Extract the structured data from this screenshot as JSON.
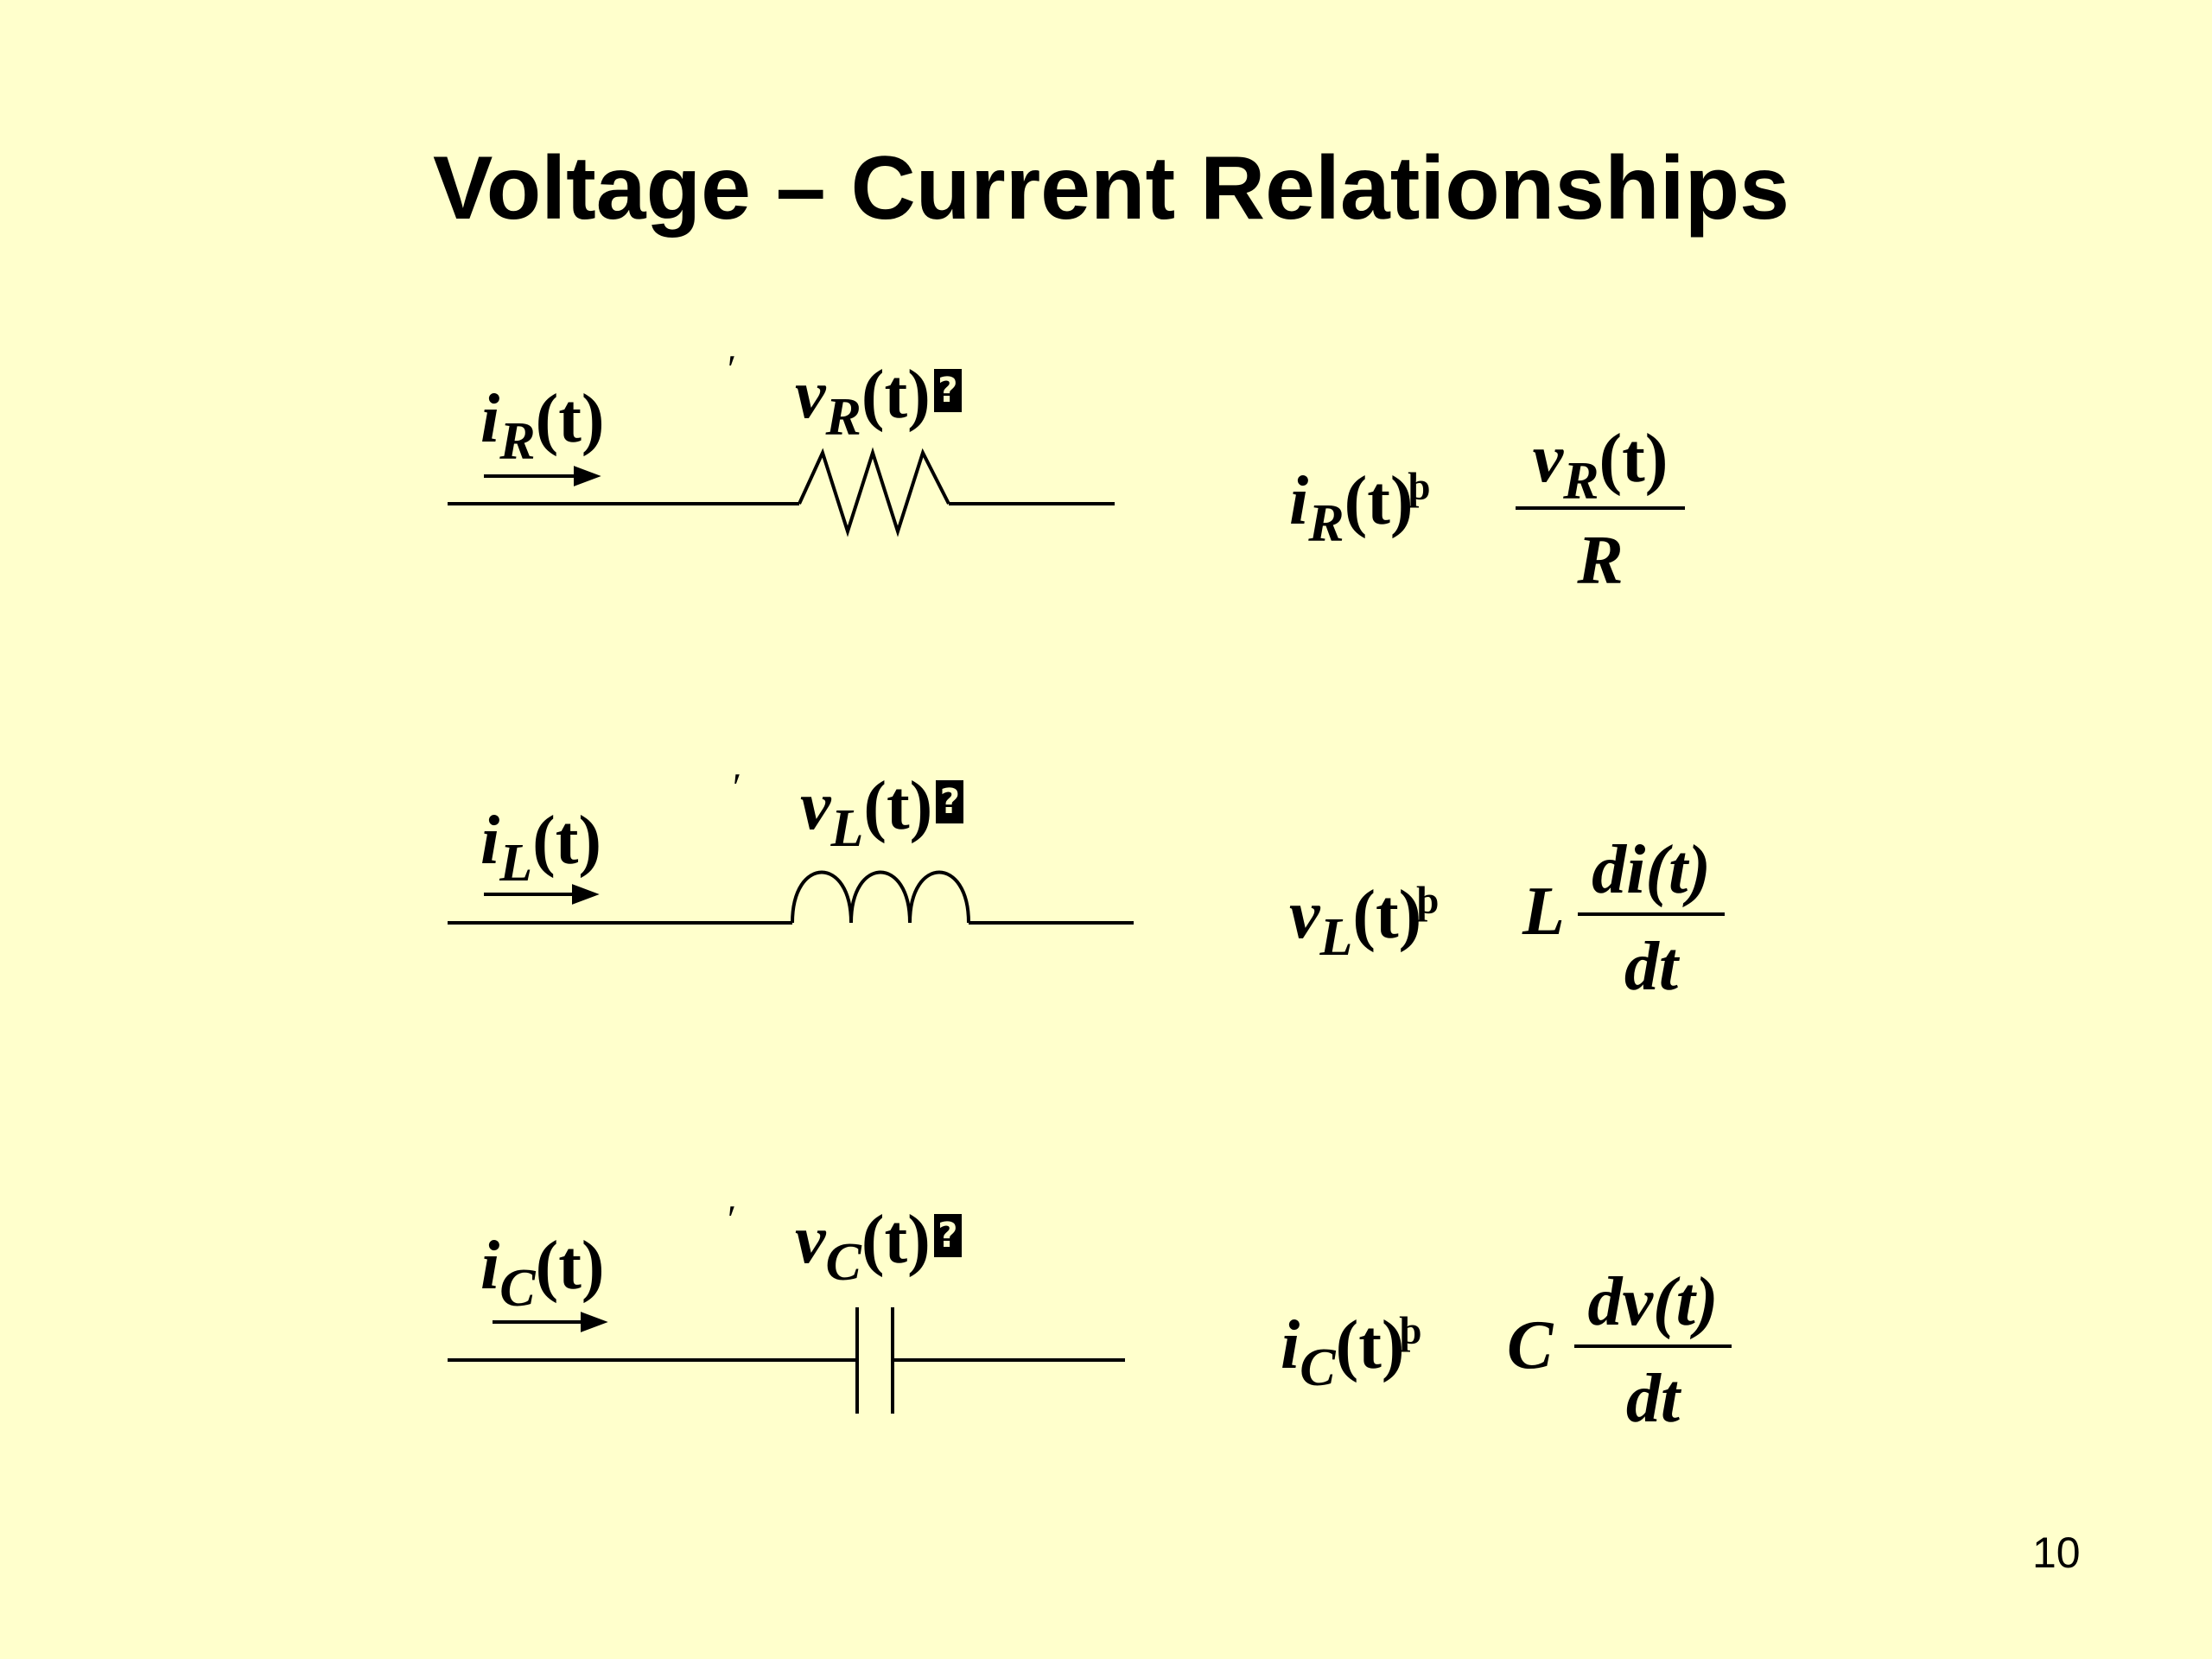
{
  "title": "Voltage – Current Relationships",
  "page_number": "10",
  "unknown_glyph": "?",
  "tick_mark": "ʹ",
  "sup_mark": "þ",
  "resistor": {
    "current_label": {
      "var": "i",
      "sub": "R",
      "arg": "(t)"
    },
    "voltage_label": {
      "var": "v",
      "sub": "R",
      "arg": "(t)"
    },
    "equation": {
      "lhs": {
        "var": "i",
        "sub": "R",
        "arg": "(t)"
      },
      "numerator": {
        "var": "v",
        "sub": "R",
        "arg": "(t)"
      },
      "denominator": "R"
    }
  },
  "inductor": {
    "current_label": {
      "var": "i",
      "sub": "L",
      "arg": "(t)"
    },
    "voltage_label": {
      "var": "v",
      "sub": "L",
      "arg": "(t)"
    },
    "equation": {
      "lhs": {
        "var": "v",
        "sub": "L",
        "arg": "(t)"
      },
      "coefficient": "L",
      "numerator": "di(t)",
      "denominator": "dt"
    }
  },
  "capacitor": {
    "current_label": {
      "var": "i",
      "sub": "C",
      "arg": "(t)"
    },
    "voltage_label": {
      "var": "v",
      "sub": "C",
      "arg": "(t)"
    },
    "equation": {
      "lhs": {
        "var": "i",
        "sub": "C",
        "arg": "(t)"
      },
      "coefficient": "C",
      "numerator": "dv(t)",
      "denominator": "dt"
    }
  }
}
